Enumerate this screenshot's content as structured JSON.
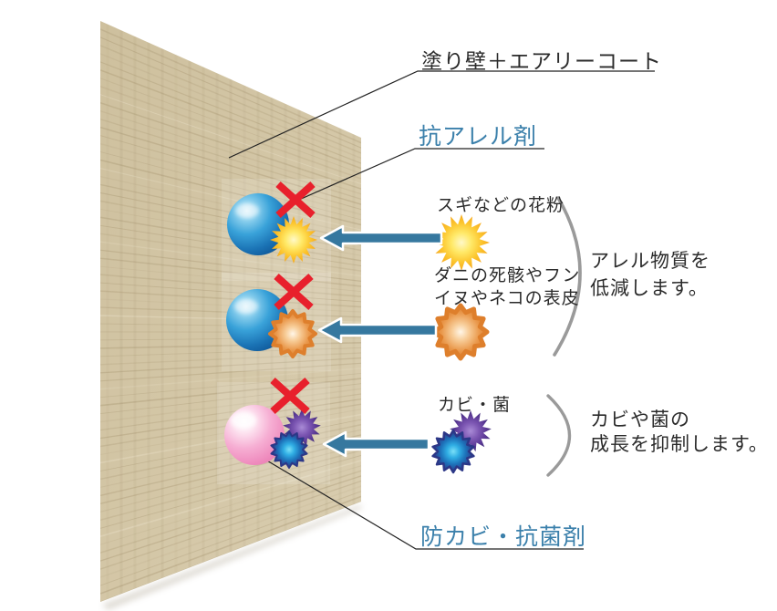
{
  "header": {
    "wall_label": "塗り壁＋エアリーコート"
  },
  "agents": {
    "anti_allergen_label": "抗アレル剤",
    "anti_mold_label": "防カビ・抗菌剤"
  },
  "sources": {
    "pollen_label": "スギなどの花粉",
    "dander_label_line1": "ダニの死骸やフン",
    "dander_label_line2": "イヌやネコの表皮",
    "mold_label": "カビ・菌"
  },
  "effects": {
    "allergen_line1": "アレル物質を",
    "allergen_line2": "低減します。",
    "mold_line1": "カビや菌の",
    "mold_line2": "成長を抑制します。"
  },
  "colors": {
    "accent_blue_text": "#3b80ab",
    "arrow": "#36789f",
    "cross_red": "#e8202c",
    "wall_base": "#d1c4a4",
    "wall_stripe": "#a3916c",
    "bracket_gray": "#9a9a9a",
    "pollen_burst": "#f6a81c",
    "dander_burst": "#de7f2c",
    "mold_burst": "#5c3a96",
    "bacteria_burst": "#1d72ba",
    "agent_sphere_blue": "#1a72b4",
    "agent_sphere_pink": "#ef8cbe"
  },
  "icons": {
    "pollen": "sun-burst-icon",
    "dander": "scallop-burst-icon",
    "mold_spore": "spiky-burst-icon",
    "bacteria": "gear-burst-icon",
    "agent_blue": "blue-sphere-icon",
    "agent_pink": "pink-sphere-icon",
    "blocked": "red-x-icon",
    "direction": "left-arrow-icon",
    "grouping": "curly-bracket"
  }
}
